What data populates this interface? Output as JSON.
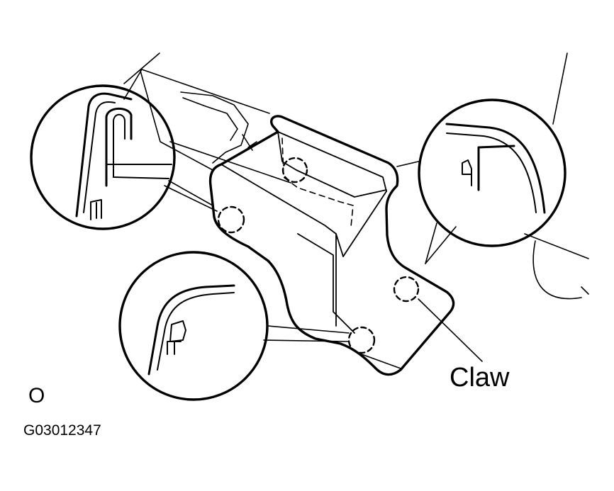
{
  "labels": {
    "claw": "Claw",
    "view_mark": "O",
    "figure_code": "G03012347"
  },
  "colors": {
    "line": "#000000",
    "background": "#ffffff"
  }
}
